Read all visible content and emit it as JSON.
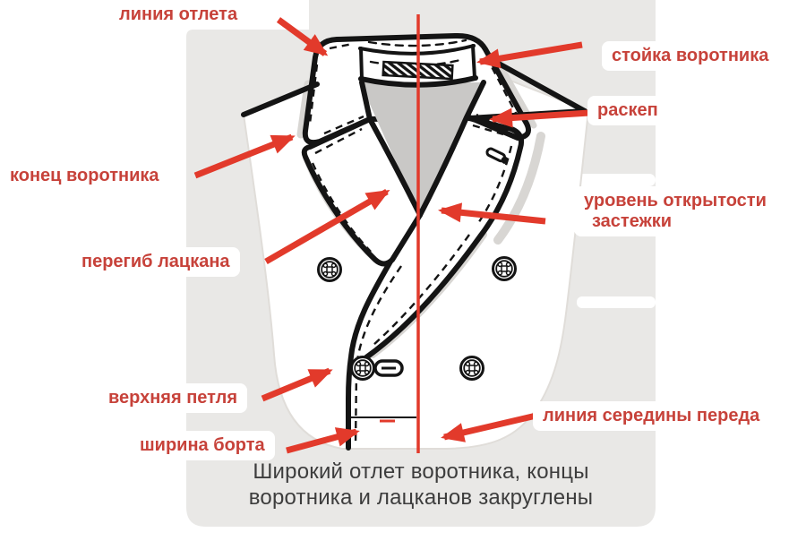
{
  "labels": {
    "liniya_otleta": "линия отлета",
    "stoyka_vorotnika": "стойка воротника",
    "raskep": "раскеп",
    "uroven_line1": "уровень открытости",
    "uroven_line2": "застежки",
    "konets_vorotnika": "конец воротника",
    "peregib_lackana": "перегиб лацкана",
    "verhnyaya_petlya": "верхняя петля",
    "shirina_borta": "ширина борта",
    "liniya_serediny_pereda": "линия середины переда"
  },
  "caption": {
    "line1": "Широкий отлет воротника, концы",
    "line2": "воротника и лацканов закруглены"
  },
  "colors": {
    "arrow_red": "#e23a2b",
    "label_red": "#c7423a",
    "line_black": "#141414",
    "caption_gray": "#3d3d3d",
    "panel_gray": "#e9e8e6",
    "inner_collar_gray": "#c9c8c6",
    "shadow_gray": "#d8d6d3"
  },
  "icons": {
    "arrow": "red-pointer-arrow",
    "button": "four-hole-coat-button",
    "hatch_label": "hatched-collar-label"
  }
}
